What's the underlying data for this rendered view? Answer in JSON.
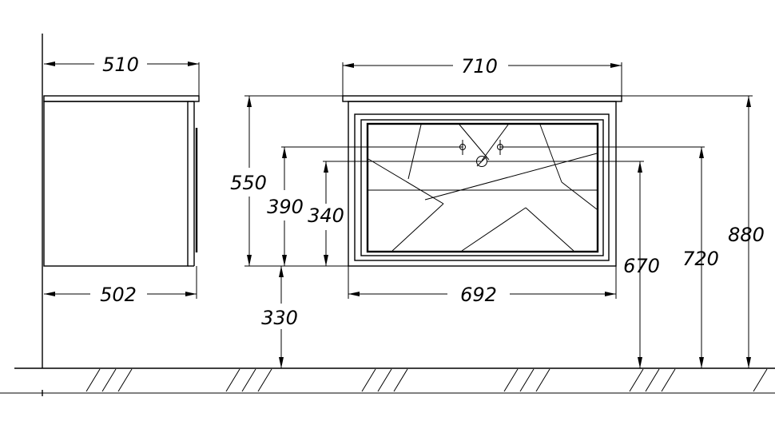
{
  "drawing": {
    "dimensions": {
      "side_top_width": "510",
      "side_bottom_width": "502",
      "front_top_width": "710",
      "front_bottom_width": "692",
      "cabinet_height": "550",
      "siphon_height": "390",
      "drain_height": "340",
      "floor_clearance": "330",
      "drain_from_floor": "670",
      "siphon_from_floor": "720",
      "total_height": "880"
    }
  }
}
